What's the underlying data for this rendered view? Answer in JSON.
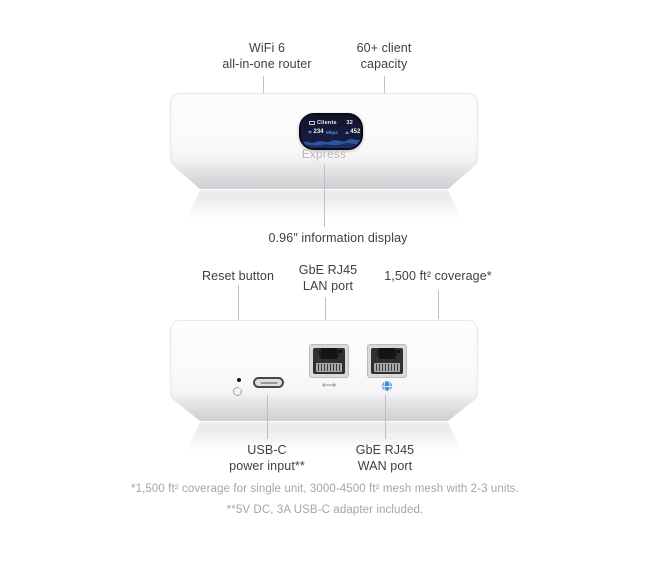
{
  "front": {
    "callout_wifi": {
      "line1": "WiFi 6",
      "line2": "all-in-one router"
    },
    "callout_capacity": {
      "line1": "60+ client",
      "line2": "capacity"
    },
    "device_name": "Express",
    "display_label": "0.96″ information display",
    "screen": {
      "clients_label": "Clients",
      "clients_count": "32",
      "download_value": "234",
      "upload_value": "452",
      "unit": "Mbps",
      "bg_color": "#14142e",
      "accent_color": "#5a93e6"
    }
  },
  "back": {
    "callout_reset": "Reset button",
    "callout_lan": {
      "line1": "GbE RJ45",
      "line2": "LAN port"
    },
    "callout_coverage": "1,500 ft² coverage*",
    "callout_usbc": {
      "line1": "USB-C",
      "line2": "power input**"
    },
    "callout_wan": {
      "line1": "GbE RJ45",
      "line2": "WAN port"
    }
  },
  "footnotes": {
    "line1": "*1,500 ft² coverage for single unit, 3000-4500 ft² mesh mesh with 2-3 units.",
    "line2": "**5V DC, 3A USB-C adapter included."
  },
  "icons": {
    "lan_glyph": "⟷"
  },
  "colors": {
    "label_text": "#3e4044",
    "footnote_text": "#a3a5a9",
    "callout_line": "#bdbfc3",
    "wan_globe_blue": "#4a8cda"
  }
}
